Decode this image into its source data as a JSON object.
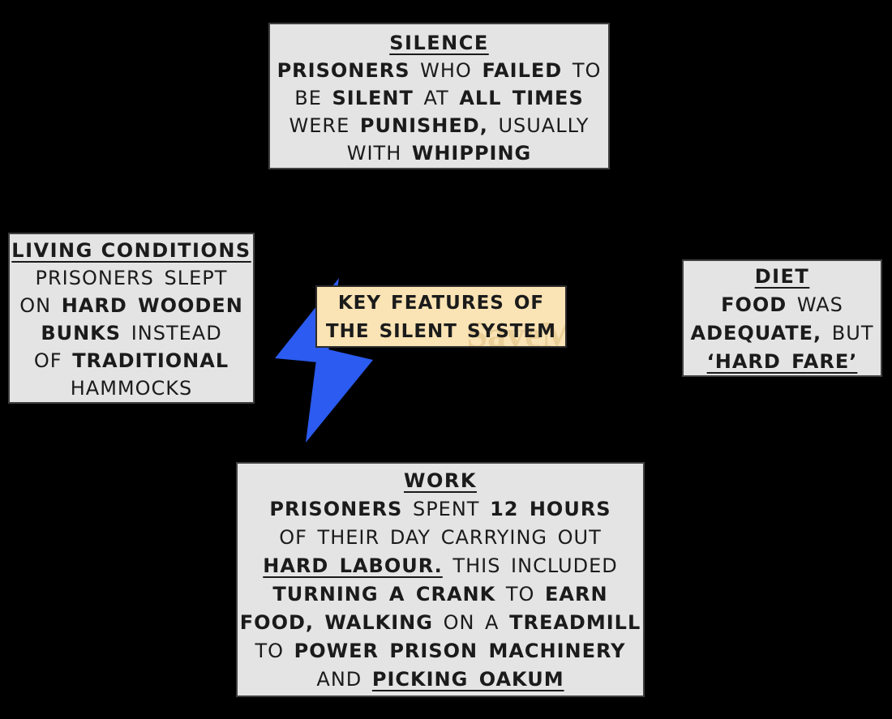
{
  "colors": {
    "bg": "#000000",
    "box-bg": "#e4e4e4",
    "box-border": "#3f3f3f",
    "center-bg": "#fae3b4",
    "center-border": "#2b2b2b",
    "text": "#1b1b1b",
    "bolt": "#2b5bf0",
    "watermark": "#e7cb92"
  },
  "diagram": {
    "center": {
      "watermark": "SaveM",
      "lines": [
        [
          {
            "t": "KEY FEATURES OF",
            "b": 1
          }
        ],
        [
          {
            "t": "THE SILENT SYSTEM",
            "b": 1
          }
        ]
      ]
    },
    "boxes": [
      {
        "id": "silence",
        "title": "SILENCE",
        "lines": [
          [
            {
              "t": "PRISONERS",
              "b": 1
            },
            {
              "t": " WHO "
            },
            {
              "t": "FAILED",
              "b": 1
            },
            {
              "t": " TO"
            }
          ],
          [
            {
              "t": "BE "
            },
            {
              "t": "SILENT",
              "b": 1
            },
            {
              "t": " AT "
            },
            {
              "t": "ALL TIMES",
              "b": 1
            }
          ],
          [
            {
              "t": "WERE "
            },
            {
              "t": "PUNISHED,",
              "b": 1
            },
            {
              "t": " USUALLY"
            }
          ],
          [
            {
              "t": "WITH "
            },
            {
              "t": "WHIPPING",
              "b": 1
            }
          ]
        ]
      },
      {
        "id": "living-conditions",
        "title": "LIVING CONDITIONS",
        "lines": [
          [
            {
              "t": "PRISONERS SLEPT"
            }
          ],
          [
            {
              "t": "ON "
            },
            {
              "t": "HARD WOODEN",
              "b": 1
            }
          ],
          [
            {
              "t": "BUNKS",
              "b": 1
            },
            {
              "t": " INSTEAD"
            }
          ],
          [
            {
              "t": "OF "
            },
            {
              "t": "TRADITIONAL",
              "b": 1
            }
          ],
          [
            {
              "t": "HAMMOCKS"
            }
          ]
        ]
      },
      {
        "id": "diet",
        "title": "DIET",
        "lines": [
          [
            {
              "t": "FOOD",
              "b": 1
            },
            {
              "t": " WAS"
            }
          ],
          [
            {
              "t": "ADEQUATE,",
              "b": 1
            },
            {
              "t": " BUT"
            }
          ],
          [
            {
              "t": "‘HARD FARE’",
              "b": 1,
              "u": 1
            }
          ]
        ]
      },
      {
        "id": "work",
        "title": "WORK",
        "lines": [
          [
            {
              "t": "PRISONERS",
              "b": 1
            },
            {
              "t": " SPENT "
            },
            {
              "t": "12 HOURS",
              "b": 1
            }
          ],
          [
            {
              "t": "OF THEIR DAY CARRYING OUT"
            }
          ],
          [
            {
              "t": "HARD LABOUR.",
              "b": 1,
              "u": 1
            },
            {
              "t": " THIS INCLUDED"
            }
          ],
          [
            {
              "t": "TURNING A CRANK",
              "b": 1
            },
            {
              "t": " TO "
            },
            {
              "t": "EARN",
              "b": 1
            }
          ],
          [
            {
              "t": "FOOD, WALKING",
              "b": 1
            },
            {
              "t": " ON A "
            },
            {
              "t": "TREADMILL",
              "b": 1
            }
          ],
          [
            {
              "t": "TO "
            },
            {
              "t": "POWER PRISON MACHINERY",
              "b": 1
            }
          ],
          [
            {
              "t": "AND "
            },
            {
              "t": "PICKING OAKUM",
              "b": 1,
              "u": 1
            }
          ]
        ]
      }
    ]
  }
}
